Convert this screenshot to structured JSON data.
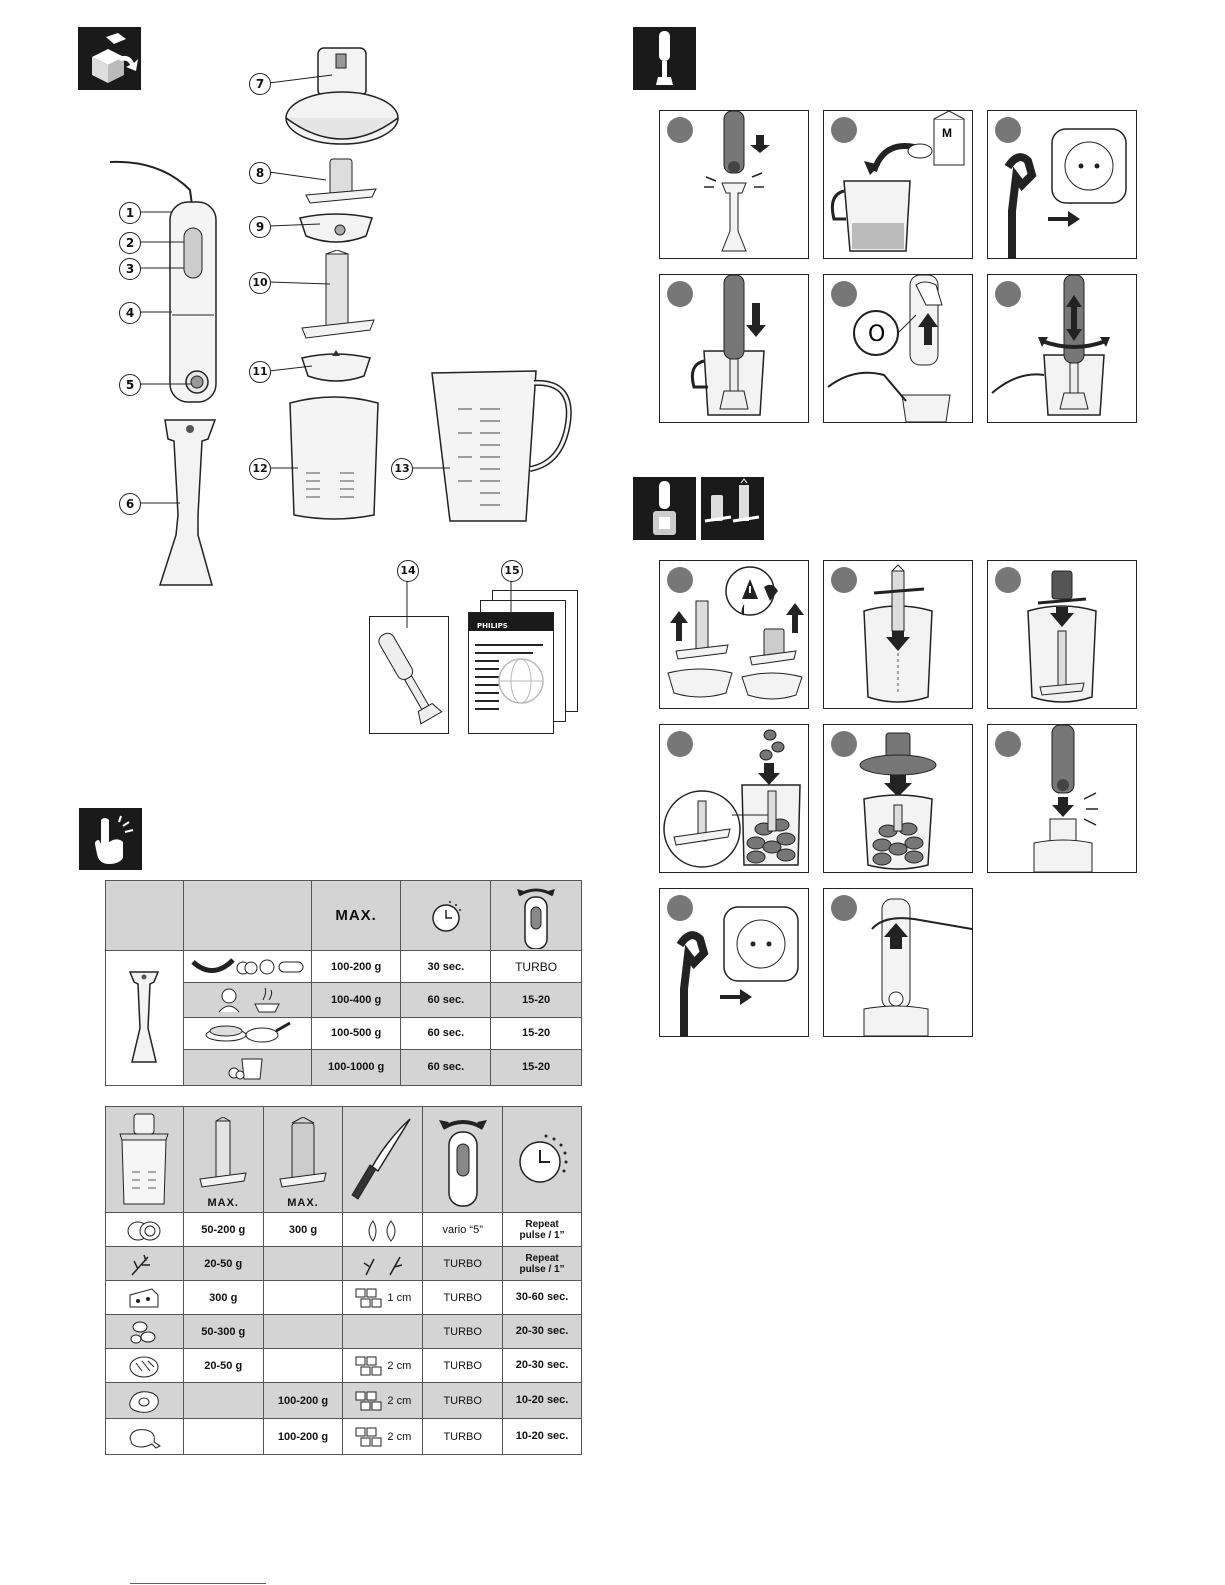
{
  "callouts": [
    "1",
    "2",
    "3",
    "4",
    "5",
    "6",
    "7",
    "8",
    "9",
    "10",
    "11",
    "12",
    "13",
    "14",
    "15"
  ],
  "brand_on_booklet": "PHILIPS",
  "carton_letter": "M",
  "on_off_symbol": "O",
  "blender_table": {
    "max_label": "MAX.",
    "rows": [
      {
        "max": "100-200 g",
        "time": "30 sec.",
        "speed": "TURBO"
      },
      {
        "max": "100-400 g",
        "time": "60 sec.",
        "speed": "15-20"
      },
      {
        "max": "100-500 g",
        "time": "60 sec.",
        "speed": "15-20"
      },
      {
        "max": "100-1000 g",
        "time": "60 sec.",
        "speed": "15-20"
      }
    ]
  },
  "chopper_table": {
    "max_label_1": "MAX.",
    "max_label_2": "MAX.",
    "rows": [
      {
        "a": "50-200 g",
        "b": "300 g",
        "cut": "",
        "speed": "vario “5”",
        "time1": "Repeat",
        "time2": "pulse / 1”"
      },
      {
        "a": "20-50 g",
        "b": "",
        "cut": "",
        "speed": "TURBO",
        "time1": "Repeat",
        "time2": "pulse / 1”"
      },
      {
        "a": "300 g",
        "b": "",
        "cut": "1 cm",
        "speed": "TURBO",
        "time1": "30-60 sec.",
        "time2": ""
      },
      {
        "a": "50-300 g",
        "b": "",
        "cut": "",
        "speed": "TURBO",
        "time1": "20-30 sec.",
        "time2": ""
      },
      {
        "a": "20-50 g",
        "b": "",
        "cut": "2 cm",
        "speed": "TURBO",
        "time1": "20-30 sec.",
        "time2": ""
      },
      {
        "a": "",
        "b": "100-200 g",
        "cut": "2 cm",
        "speed": "TURBO",
        "time1": "10-20 sec.",
        "time2": ""
      },
      {
        "a": "",
        "b": "100-200 g",
        "cut": "2 cm",
        "speed": "TURBO",
        "time1": "10-20 sec.",
        "time2": ""
      }
    ]
  }
}
